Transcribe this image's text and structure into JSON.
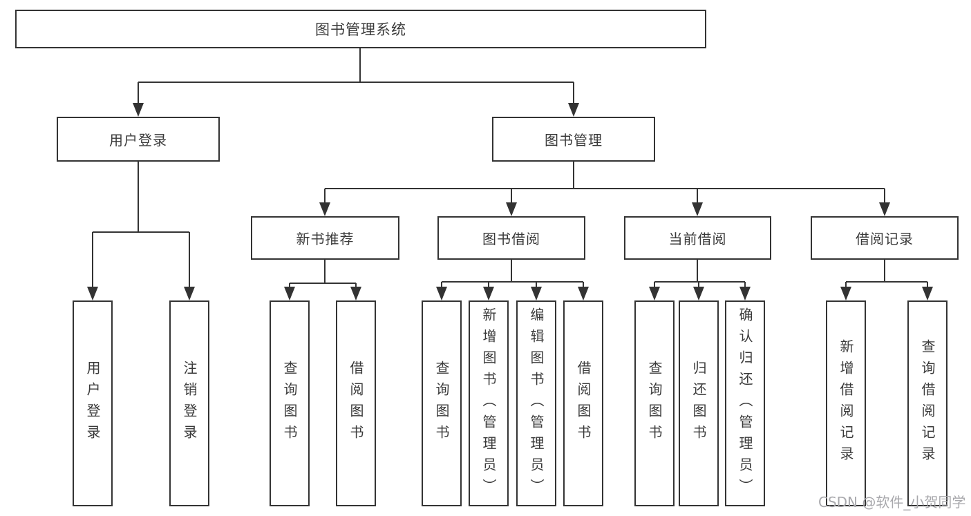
{
  "diagram": {
    "root": {
      "label": "图书管理系统"
    },
    "level1": [
      {
        "label": "用户登录"
      },
      {
        "label": "图书管理"
      }
    ],
    "level2": [
      {
        "label": "新书推荐"
      },
      {
        "label": "图书借阅"
      },
      {
        "label": "当前借阅"
      },
      {
        "label": "借阅记录"
      }
    ],
    "leaves": [
      {
        "label": "用户登录"
      },
      {
        "label": "注销登录"
      },
      {
        "label": "查询图书"
      },
      {
        "label": "借阅图书"
      },
      {
        "label": "查询图书"
      },
      {
        "label": "新增图书（管理员）"
      },
      {
        "label": "编辑图书（管理员）"
      },
      {
        "label": "借阅图书"
      },
      {
        "label": "查询图书"
      },
      {
        "label": "归还图书"
      },
      {
        "label": "确认归还（管理员）"
      },
      {
        "label": "新增借阅记录"
      },
      {
        "label": "查询借阅记录"
      }
    ]
  },
  "watermark": {
    "text": "CSDN @软件_小贺同学"
  },
  "colors": {
    "line": "#333333",
    "text": "#3a3a3a",
    "background": "#ffffff",
    "watermark": "#a8a8ac"
  }
}
